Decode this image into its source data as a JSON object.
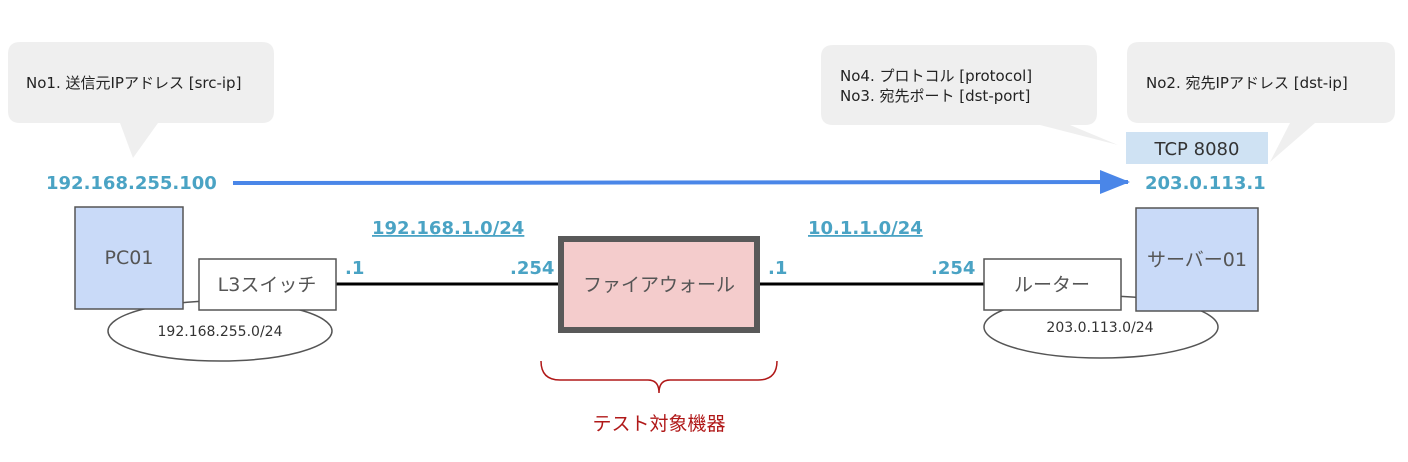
{
  "callouts": {
    "src_ip": "No1. 送信元IPアドレス [src-ip]",
    "protocol": "No4. プロトコル [protocol]",
    "dst_port": "No3. 宛先ポート [dst-port]",
    "dst_ip": "No2. 宛先IPアドレス [dst-ip]"
  },
  "flow": {
    "source_ip": "192.168.255.100",
    "destination_ip": "203.0.113.1",
    "port_label": "TCP 8080"
  },
  "networks": {
    "inside": "192.168.1.0/24",
    "outside": "10.1.1.0/24"
  },
  "interfaces": {
    "l3_switch": ".1",
    "firewall_inside": ".254",
    "firewall_outside": ".1",
    "router": ".254"
  },
  "nodes": {
    "pc": "PC01",
    "l3_switch": "L3スイッチ",
    "firewall": "ファイアウォール",
    "router": "ルーター",
    "server": "サーバー01"
  },
  "subnets": {
    "left": "192.168.255.0/24",
    "right": "203.0.113.0/24"
  },
  "test_target": "テスト対象機器",
  "colors": {
    "arrow": "#4a86e8",
    "label": "#4aa3c4",
    "host_fill": "#c9daf8",
    "firewall_fill": "#f4cccc",
    "callout_fill": "#efefef",
    "port_fill": "#cfe2f3",
    "target": "#b01818"
  }
}
